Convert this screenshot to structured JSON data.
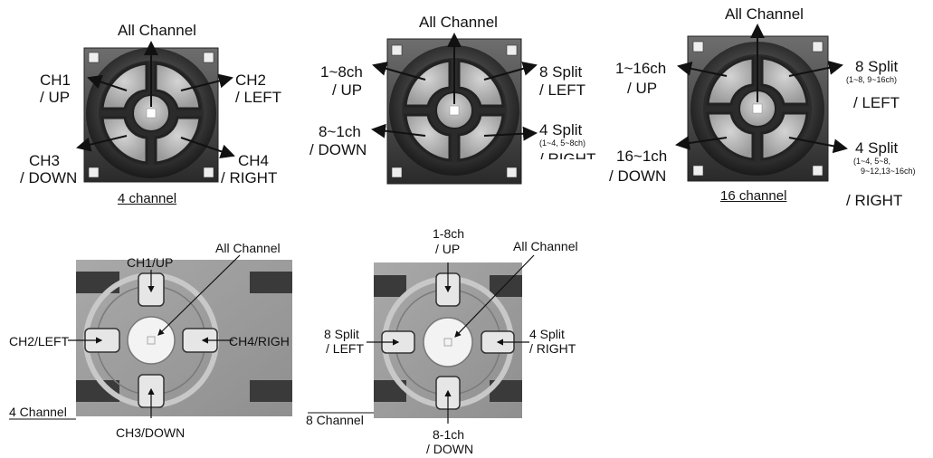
{
  "top_left": {
    "all": "All Channel",
    "ch1": "CH1",
    "ch1_sub": "/ UP",
    "ch2": "CH2",
    "ch2_sub": "/ LEFT",
    "ch3": "CH3",
    "ch3_sub": "/ DOWN",
    "ch4": "CH4",
    "ch4_sub": "/ RIGHT",
    "caption": "4 channel"
  },
  "top_mid": {
    "all": "All Channel",
    "a": "1~8ch",
    "a_sub": "/ UP",
    "b": "8 Split",
    "b_sub": "/ LEFT",
    "c": "8~1ch",
    "c_sub": "/ DOWN",
    "d": "4 Split",
    "d_note": "(1~4, 5~8ch)",
    "d_sub": "/ RIGHT"
  },
  "top_right": {
    "all": "All Channel",
    "a": "1~16ch",
    "a_sub": "/ UP",
    "b": "8 Split",
    "b_note": "(1~8, 9~16ch)",
    "b_sub": "/ LEFT",
    "c": "16~1ch",
    "c_sub": "/ DOWN",
    "d": "4 Split",
    "d_note1": "(1~4, 5~8,",
    "d_note2": "9~12,13~16ch)",
    "d_sub": "/ RIGHT",
    "caption": "16 channel"
  },
  "bottom_left": {
    "up": "CH1/UP",
    "all": "All Channel",
    "left": "CH2/LEFT",
    "right": "CH4/RIGH",
    "down": "CH3/DOWN",
    "caption": "4 Channel"
  },
  "bottom_mid": {
    "up1": "1-8ch",
    "up2": "/ UP",
    "all": "All Channel",
    "left1": "8 Split",
    "left2": "/ LEFT",
    "right1": "4 Split",
    "right2": "/ RIGHT",
    "down1": "8-1ch",
    "down2": "/ DOWN",
    "caption": "8 Channel"
  }
}
